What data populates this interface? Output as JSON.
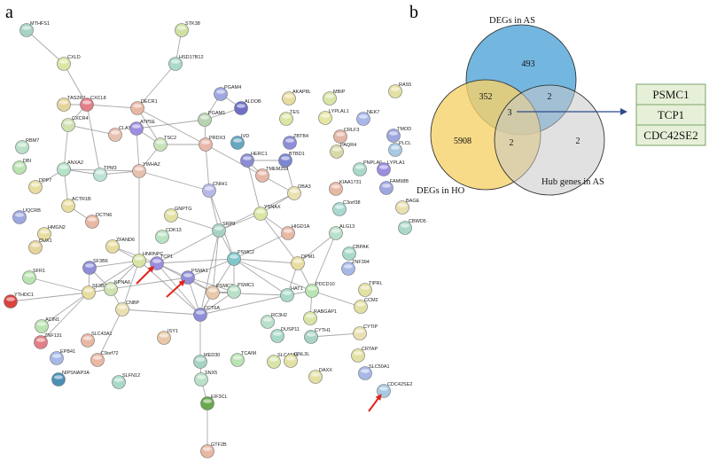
{
  "panel_a": {
    "label": "a",
    "nodes": [
      {
        "id": "MTHFS1",
        "c": "#a7d3c4"
      },
      {
        "id": "STK38",
        "c": "#cfe0a3"
      },
      {
        "id": "CXLD",
        "c": "#d9e7a4"
      },
      {
        "id": "HSD17B12",
        "c": "#a9d9c9"
      },
      {
        "id": "PGAM4",
        "c": "#9ea7e0"
      },
      {
        "id": "ALDOB",
        "c": "#6f6fc9"
      },
      {
        "id": "AKAP8L",
        "c": "#e8dda0"
      },
      {
        "id": "MBIP",
        "c": "#d7e4a6"
      },
      {
        "id": "RAS5",
        "c": "#e3e0a3"
      },
      {
        "id": "TAS2R7",
        "c": "#e6d59b"
      },
      {
        "id": "CXCL8",
        "c": "#e27f87"
      },
      {
        "id": "DECR1",
        "c": "#e8b8a4"
      },
      {
        "id": "PGAM1",
        "c": "#b8d3b0"
      },
      {
        "id": "TES",
        "c": "#d9e7a4"
      },
      {
        "id": "LYPLAL1",
        "c": "#e6e6a4"
      },
      {
        "id": "NEK7",
        "c": "#a7b8e8"
      },
      {
        "id": "CXCR4",
        "c": "#cfe2b0"
      },
      {
        "id": "CRLF3",
        "c": "#e3b6a6"
      },
      {
        "id": "TMOD",
        "c": "#9ea7e0"
      },
      {
        "id": "RBM7",
        "c": "#b9e0c8"
      },
      {
        "id": "CLASP1",
        "c": "#e8c0b0"
      },
      {
        "id": "ATP5E",
        "c": "#9f8ee0"
      },
      {
        "id": "TSC2",
        "c": "#c9e3b8"
      },
      {
        "id": "PRDX3",
        "c": "#e9b7aa"
      },
      {
        "id": "IVD",
        "c": "#66a7c2"
      },
      {
        "id": "ZBTB4",
        "c": "#8e8ed8"
      },
      {
        "id": "PAQR4",
        "c": "#d8d9a8"
      },
      {
        "id": "PLCL",
        "c": "#a7c9e3"
      },
      {
        "id": "DBI",
        "c": "#b9e3b0"
      },
      {
        "id": "ANXA2",
        "c": "#b6e3c8"
      },
      {
        "id": "TPM3",
        "c": "#bde3d6"
      },
      {
        "id": "YWHAZ",
        "c": "#e8c0b0"
      },
      {
        "id": "HERC1",
        "c": "#8b8bd6"
      },
      {
        "id": "BTBD1",
        "c": "#7c87d1"
      },
      {
        "id": "PNPLA6",
        "c": "#a9d9c9"
      },
      {
        "id": "LYPLA1",
        "c": "#9a8ee0"
      },
      {
        "id": "DPP7",
        "c": "#e8dda0"
      },
      {
        "id": "TMEM259",
        "c": "#e6b6a6"
      },
      {
        "id": "KIAA1731",
        "c": "#e8b8a4"
      },
      {
        "id": "FAM98B",
        "c": "#9ea7e0"
      },
      {
        "id": "ACTR1B",
        "c": "#e8dda0"
      },
      {
        "id": "CNIH1",
        "c": "#b8b8e8"
      },
      {
        "id": "OBA3",
        "c": "#e8e0b0"
      },
      {
        "id": "C3orf38",
        "c": "#a7d9d0"
      },
      {
        "id": "BAGE",
        "c": "#e8e0b0"
      },
      {
        "id": "UQCRB",
        "c": "#9ea7e0"
      },
      {
        "id": "DCTN6",
        "c": "#e8b8a4"
      },
      {
        "id": "GNPTG",
        "c": "#e3e0a3"
      },
      {
        "id": "YSNAX",
        "c": "#d9e7a4"
      },
      {
        "id": "CBWD5",
        "c": "#a9d9c9"
      },
      {
        "id": "HMGN2",
        "c": "#e8dda0"
      },
      {
        "id": "CDK13",
        "c": "#b8e3c0"
      },
      {
        "id": "SRP9",
        "c": "#a7d3c4"
      },
      {
        "id": "HIGD1A",
        "c": "#e8b8a4"
      },
      {
        "id": "ALG13",
        "c": "#b9e0c8"
      },
      {
        "id": "CUX1",
        "c": "#e6d59b"
      },
      {
        "id": "ZFAND6",
        "c": "#e8dda0"
      },
      {
        "id": "CBPAK",
        "c": "#a9d9c9"
      },
      {
        "id": "ZNF394",
        "c": "#a7b8e8"
      },
      {
        "id": "SF3B6",
        "c": "#8e8ed8"
      },
      {
        "id": "HNRNPC",
        "c": "#d7e4a6"
      },
      {
        "id": "TCP1",
        "c": "#9a8ee0"
      },
      {
        "id": "PSMC2",
        "c": "#7fc7c9"
      },
      {
        "id": "DPM1",
        "c": "#e8dda0"
      },
      {
        "id": "SFR1",
        "c": "#b9e3b0"
      },
      {
        "id": "SF3B1",
        "c": "#e8dda0"
      },
      {
        "id": "KPNA6",
        "c": "#cfe2b0"
      },
      {
        "id": "PSMA1",
        "c": "#8e8ed8"
      },
      {
        "id": "PSMC3",
        "c": "#e8c8a8"
      },
      {
        "id": "PSMC1",
        "c": "#b9e0c8"
      },
      {
        "id": "PDCD10",
        "c": "#b9e3b0"
      },
      {
        "id": "TIPRL",
        "c": "#e3e0a3"
      },
      {
        "id": "YTHDC1",
        "c": "#d9443f"
      },
      {
        "id": "CCT6A",
        "c": "#8e8ed8"
      },
      {
        "id": "HAT1",
        "c": "#a9d9c9"
      },
      {
        "id": "CCM2",
        "c": "#e3e0a3"
      },
      {
        "id": "ACIN1",
        "c": "#b9e3b0"
      },
      {
        "id": "CNBP",
        "c": "#e8e0b0"
      },
      {
        "id": "RC3H2",
        "c": "#b9e0c8"
      },
      {
        "id": "RABGAP1",
        "c": "#d7e4a6"
      },
      {
        "id": "ZNF131",
        "c": "#e27f87"
      },
      {
        "id": "SLC43A1",
        "c": "#e8b8a4"
      },
      {
        "id": "ISY1",
        "c": "#e8c8a8"
      },
      {
        "id": "DUSP11",
        "c": "#a9d9c9"
      },
      {
        "id": "CYTH1",
        "c": "#a7d3c4"
      },
      {
        "id": "CYTIP",
        "c": "#e8e0b0"
      },
      {
        "id": "EPB41",
        "c": "#a7b8e8"
      },
      {
        "id": "C9orf72",
        "c": "#e8b8a4"
      },
      {
        "id": "MED30",
        "c": "#a7d3c4"
      },
      {
        "id": "CRTAP",
        "c": "#e3e0a3"
      },
      {
        "id": "TCAIM",
        "c": "#b9e3b0"
      },
      {
        "id": "SLC44A1",
        "c": "#d7e4a6"
      },
      {
        "id": "GNL3L",
        "c": "#e3e0a3"
      },
      {
        "id": "DAXX",
        "c": "#e3e0a3"
      },
      {
        "id": "SLC50A1",
        "c": "#a7b8e8"
      },
      {
        "id": "NIPSNAP3A",
        "c": "#4c8fb5"
      },
      {
        "id": "SLFN12",
        "c": "#a9d9c9"
      },
      {
        "id": "SNX5",
        "c": "#b9e0c8"
      },
      {
        "id": "CDC42SE2",
        "c": "#a7c9e3"
      },
      {
        "id": "EIF3CL",
        "c": "#6aa84f"
      },
      {
        "id": "GTF2B",
        "c": "#e8b8a4"
      }
    ],
    "arrow_targets": [
      "TCP1",
      "PSMA1",
      "CDC42SE2"
    ]
  },
  "panel_b": {
    "label": "b",
    "venn": {
      "sets": [
        {
          "name": "DEGs in AS",
          "color": "#5aa9d9"
        },
        {
          "name": "DEGs in HO",
          "color": "#f5d26a"
        },
        {
          "name": "Hub genes in AS",
          "color": "#c9c9c9"
        }
      ],
      "regions": {
        "as_only": "493",
        "ho_only": "5908",
        "hub_only": "2",
        "as_ho": "352",
        "as_hub": "2",
        "ho_hub": "2",
        "all": "3"
      }
    },
    "hub_genes": [
      "PSMC1",
      "TCP1",
      "CDC42SE2"
    ],
    "hub_box_color": "#e6f0d8",
    "hub_box_border": "#7aa56a"
  }
}
